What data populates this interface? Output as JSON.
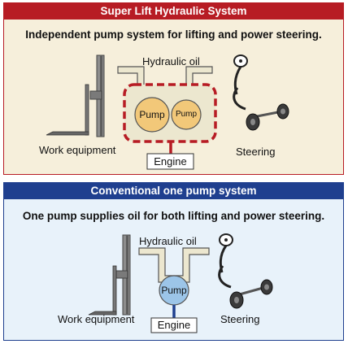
{
  "super_lift": {
    "title": "Super Lift Hydraulic System",
    "subtitle": "Independent pump system for lifting and power steering.",
    "hydraulic_oil_label": "Hydraulic oil",
    "pump_left_label": "Pump",
    "pump_right_label": "Pump",
    "engine_label": "Engine",
    "work_equipment_label": "Work equipment",
    "steering_label": "Steering"
  },
  "conventional": {
    "title": "Conventional one pump system",
    "subtitle": "One pump supplies oil for both lifting and power steering.",
    "hydraulic_oil_label": "Hydraulic oil",
    "pump_label": "Pump",
    "engine_label": "Engine",
    "work_equipment_label": "Work equipment",
    "steering_label": "Steering"
  },
  "colors": {
    "super_lift_accent": "#b71c24",
    "conventional_accent": "#1f3f8f",
    "pump_fill": "#f2c879",
    "tank_fill": "#ece7cf"
  }
}
